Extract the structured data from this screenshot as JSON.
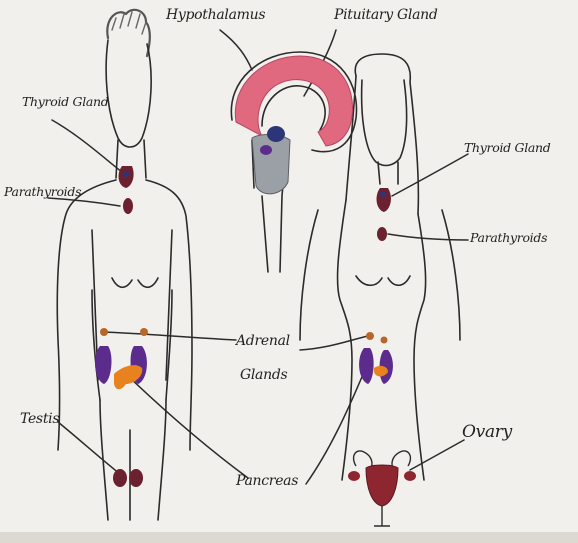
{
  "labels": {
    "hypothalamus": "Hypothalamus",
    "pituitary": "Pituitary Gland",
    "thyroid_male": "Thyroid Gland",
    "parathyroids_male": "Parathyroids",
    "thyroid_female": "Thyroid Gland",
    "parathyroids_female": "Parathyroids",
    "adrenal_line1": "Adrenal",
    "adrenal_line2": "Glands",
    "testis": "Testis",
    "pancreas": "Pancreas",
    "ovary": "Ovary"
  },
  "colors": {
    "paper": "#f2f0ec",
    "ink": "#2b2b2b",
    "brain_pink": "#e0697f",
    "gland_dark": "#6b2130",
    "gland_blue": "#2c3577",
    "gland_purple": "#5b2c8c",
    "pancreas_orange": "#e7821f",
    "uterus_red": "#8e2630",
    "brainstem_gray": "#9aa0a6"
  }
}
